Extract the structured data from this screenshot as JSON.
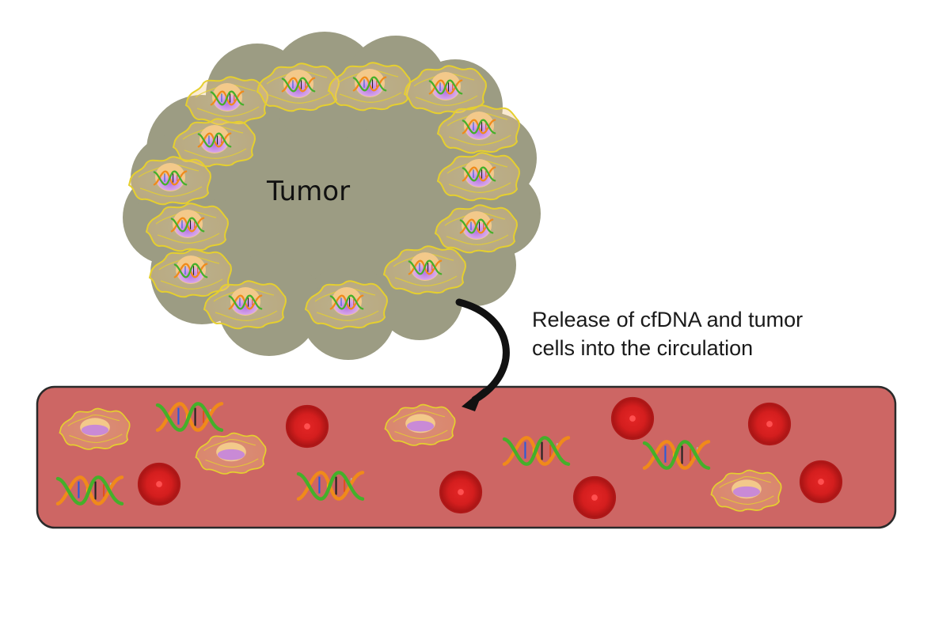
{
  "tumor": {
    "label": "Tumor",
    "fill_color": "#9c9c83",
    "cell_outline_color": "#e8d23a"
  },
  "caption": {
    "line1": "Release of cfDNA and tumor",
    "line2": "cells into the circulation"
  },
  "vessel": {
    "fill_color": "#cd6664",
    "border_color": "#2a2a2a"
  },
  "icons": {
    "tumor_cell": "tumor-cell-with-dna-icon",
    "free_tumor_cell": "circulating-tumor-cell-icon",
    "cfdna": "cfdna-helix-icon",
    "red_blood_cell": "red-blood-cell-icon",
    "arrow": "curved-arrow-icon"
  },
  "colors": {
    "nucleus": "#c98ad6",
    "cell_body": "#f2c98a",
    "rbc": "#d42020",
    "dna_green": "#44b02a",
    "dna_orange": "#f08a1a"
  }
}
